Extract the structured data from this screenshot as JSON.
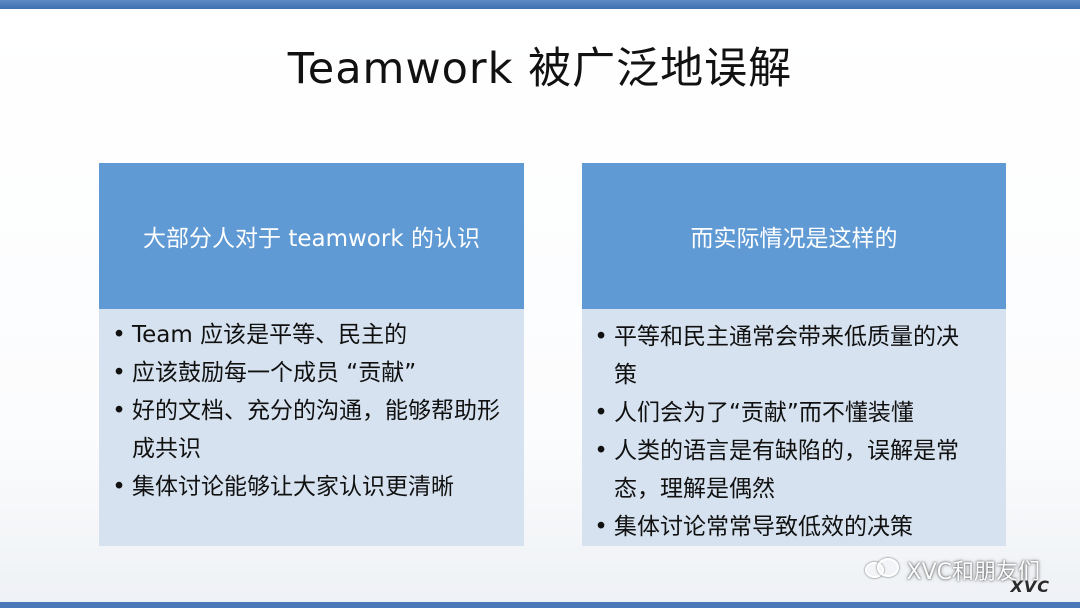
{
  "slide": {
    "title": "Teamwork 被广泛地误解",
    "left": {
      "header": "大部分人对于 teamwork 的认识",
      "bullets": [
        "Team 应该是平等、民主的",
        "应该鼓励每一个成员 “贡献”",
        "好的文档、充分的沟通，能够帮助形成共识",
        "集体讨论能够让大家认识更清晰"
      ]
    },
    "right": {
      "header": "而实际情况是这样的",
      "bullets": [
        "平等和民主通常会带来低质量的决策",
        "人们会为了“贡献”而不懂装懂",
        "人类的语言是有缺陷的，误解是常态，理解是偶然",
        "集体讨论常常导致低效的决策"
      ]
    },
    "watermark": {
      "icon": "wechat-icon",
      "text": "XVC和朋友们"
    },
    "logo": "XVC",
    "colors": {
      "top_bar": "#4f80bf",
      "header_fill": "#5f9ad4",
      "body_fill": "#d6e2ef"
    }
  }
}
